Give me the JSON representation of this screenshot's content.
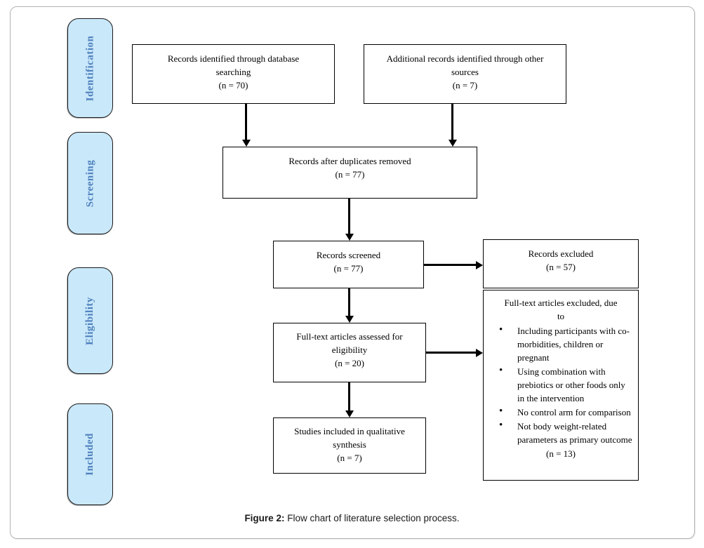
{
  "colors": {
    "stage_fill": "#c9e8fa",
    "stage_text": "#4f81bd",
    "frame_border": "#b3b3b3",
    "box_border": "#000000",
    "arrow": "#000000"
  },
  "stages": [
    {
      "label": "Identification"
    },
    {
      "label": "Screening"
    },
    {
      "label": "Eligibility"
    },
    {
      "label": "Included"
    }
  ],
  "flow": {
    "records_identified": {
      "lines": [
        "Records identified through database",
        "searching",
        "(n = 70)"
      ]
    },
    "additional_records": {
      "lines": [
        "Additional records identified through other",
        "sources",
        "(n = 7)"
      ]
    },
    "duplicates_removed": {
      "lines": [
        "Records after duplicates removed",
        "(n = 77)"
      ]
    },
    "records_screened": {
      "lines": [
        "Records screened",
        "(n = 77)"
      ]
    },
    "records_excluded": {
      "lines": [
        "Records excluded",
        "(n = 57)"
      ]
    },
    "fulltext_assessed": {
      "lines": [
        "Full-text articles assessed for",
        "eligibility",
        "(n = 20)"
      ]
    },
    "fulltext_excluded": {
      "heading_lines": [
        "Full-text articles excluded, due",
        "to"
      ],
      "bullets": [
        "Including participants with co-morbidities, children or pregnant",
        "Using combination with prebiotics or other foods only in the intervention",
        "No control arm for comparison",
        "Not body weight-related parameters as primary outcome"
      ],
      "count": "(n = 13)"
    },
    "studies_included": {
      "lines": [
        "Studies included in qualitative",
        "synthesis",
        "(n = 7)"
      ]
    }
  },
  "caption": {
    "prefix": "Figure 2:",
    "text": " Flow chart of literature selection process."
  }
}
